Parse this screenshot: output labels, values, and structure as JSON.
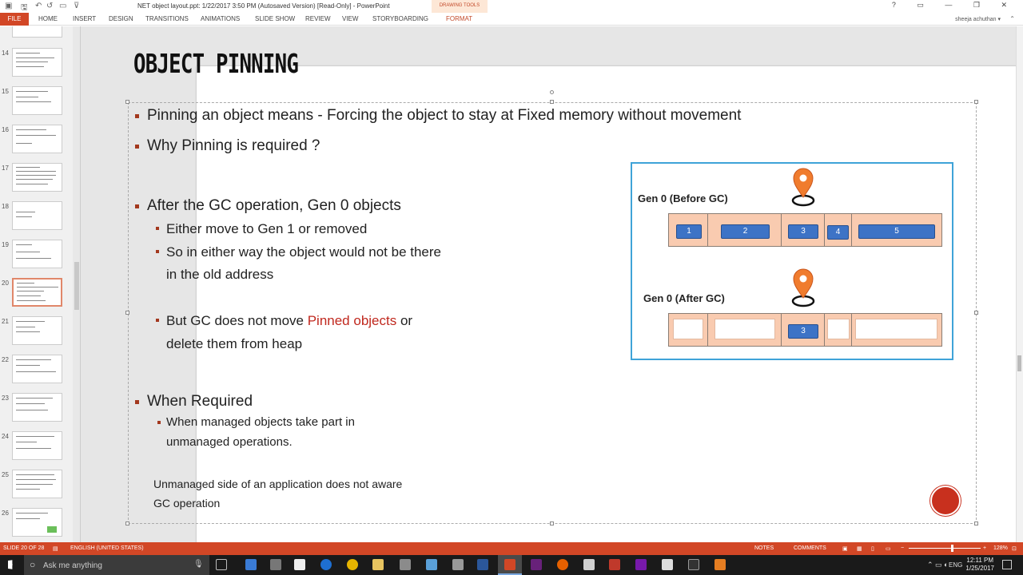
{
  "window": {
    "title": "NET object layout.ppt: 1/22/2017 3:50 PM (Autosaved Version) [Read-Only] - PowerPoint",
    "contextual_tab_group": "DRAWING TOOLS",
    "controls": "? ▭ — ❐ ✕"
  },
  "ribbon": {
    "tabs": [
      "FILE",
      "HOME",
      "INSERT",
      "DESIGN",
      "TRANSITIONS",
      "ANIMATIONS",
      "SLIDE SHOW",
      "REVIEW",
      "VIEW",
      "STORYBOARDING",
      "FORMAT"
    ],
    "user": "sheeja achuthan ▾"
  },
  "thumbnails": {
    "numbers": [
      "14",
      "15",
      "16",
      "17",
      "18",
      "19",
      "20",
      "21",
      "22",
      "23",
      "24",
      "25",
      "26"
    ],
    "active": "20"
  },
  "slide": {
    "title": "OBJECT PINNING",
    "bullet1": "Pinning an object means -  Forcing the object to stay at Fixed memory without movement",
    "bullet2": "Why Pinning is required ?",
    "bullet3": "After the GC operation, Gen 0 objects",
    "sub1": "Either move to Gen 1 or removed",
    "sub2_line1": "So in either way the object would not be there",
    "sub2_line2": " in the old address",
    "sub3_pre": "But GC does not move ",
    "sub3_red": "Pinned objects",
    "sub3_post": " or",
    "sub3_line2": "delete them from heap",
    "bullet4": "When Required",
    "sub4_line1": "When managed objects take part in",
    "sub4_line2": " unmanaged operations.",
    "note_line1": "Unmanaged side of an application does not aware",
    "note_line2": "GC operation"
  },
  "diagram": {
    "before_label": "Gen 0 (Before GC)",
    "after_label": "Gen 0 (After GC)",
    "objects": [
      "1",
      "2",
      "3",
      "4",
      "5"
    ],
    "pinned_after": "3",
    "pin_color": "#f07c2e",
    "object_color": "#3d73c6",
    "heap_color": "#f9cbb0"
  },
  "status": {
    "slide": "SLIDE 20 OF 28",
    "language": "ENGLISH (UNITED STATES)",
    "notes": "NOTES",
    "comments": "COMMENTS",
    "zoom": "128%"
  },
  "taskbar": {
    "search_placeholder": "Ask me anything",
    "time": "12:11 PM",
    "date": "1/25/2017",
    "lang": "ENG"
  },
  "colors": {
    "accent": "#d24726",
    "bullet": "#a3381e",
    "highlight_text": "#c0281e",
    "diagram_border": "#3fa3d8"
  }
}
